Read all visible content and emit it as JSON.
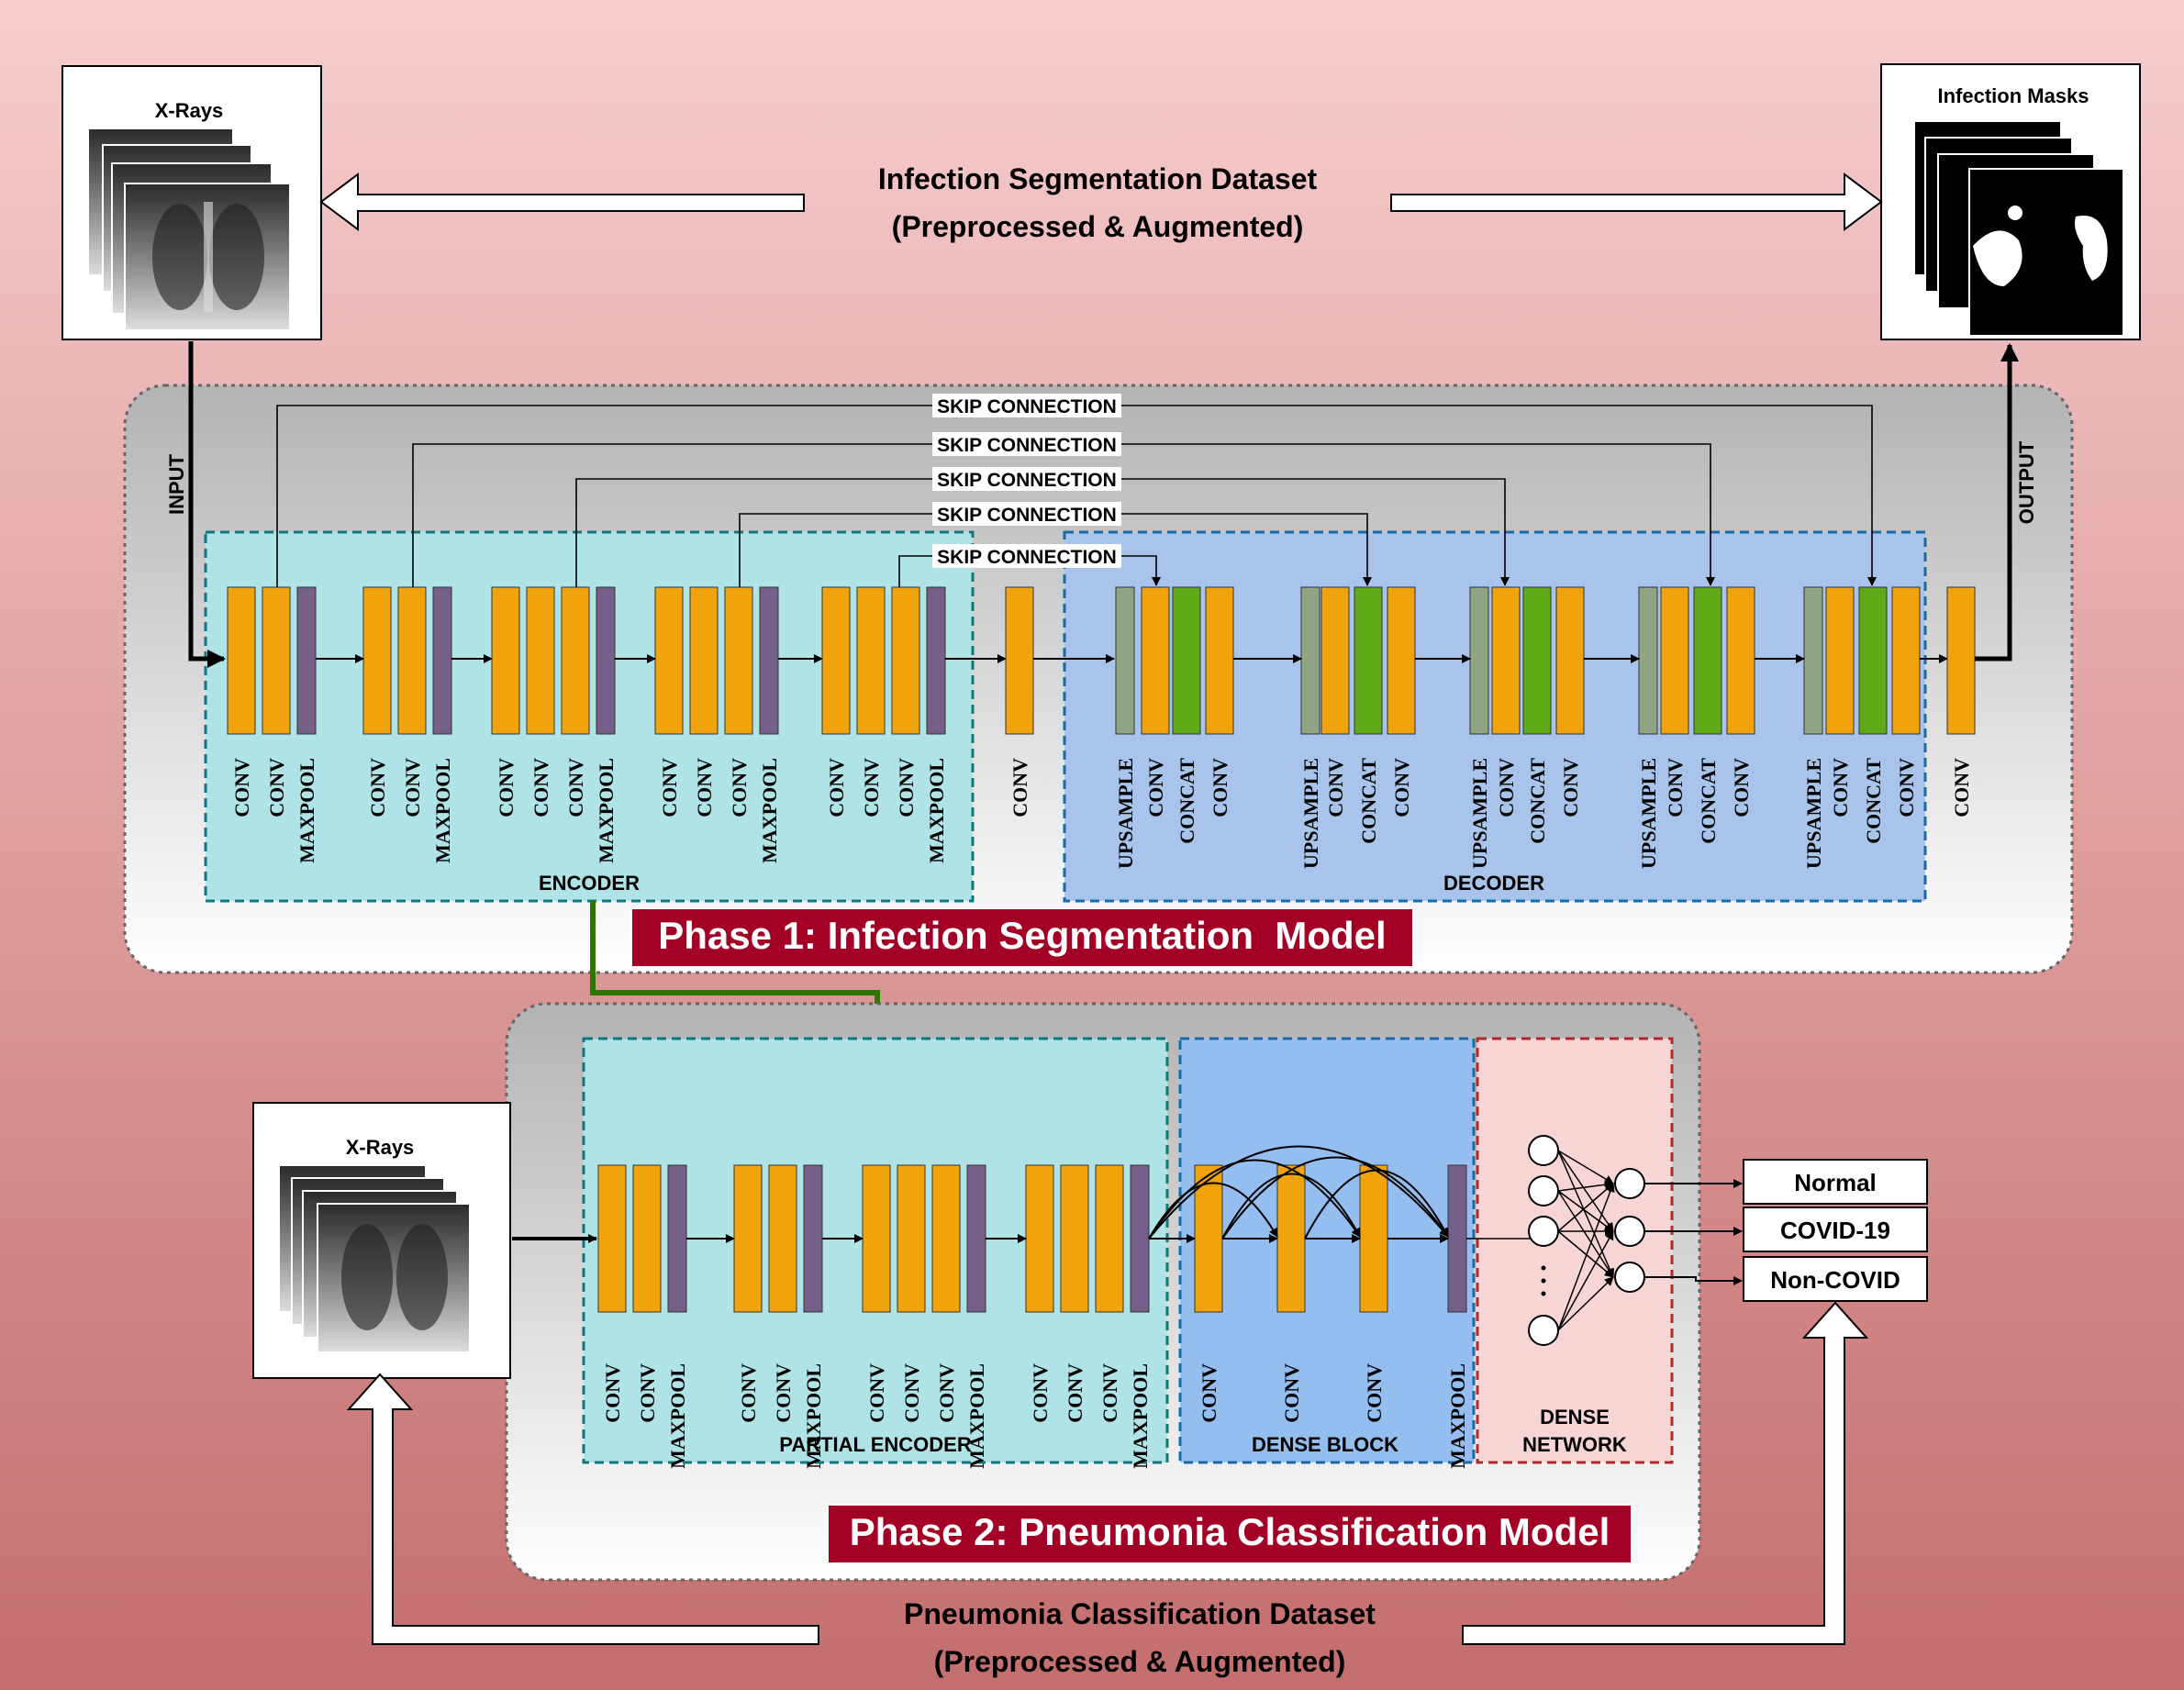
{
  "colors": {
    "background_top": "#f7cdcd",
    "background_bottom": "#c46e6e",
    "conv": "#f0a30a",
    "maxpool": "#76608a",
    "upsample": "#8fa584",
    "concat": "#60a917",
    "encoder_bg": "#b0e3e6",
    "decoder_bg": "#a9c4eb",
    "dense_block_bg": "#94bdf0",
    "dense_network_bg": "#f8d5d5",
    "phase_label_bg": "#a20025",
    "transfer_arrow": "#2d7600"
  },
  "top": {
    "xray_label": "X-Rays",
    "mask_label": "Infection Masks",
    "dataset_line1": "Infection Segmentation Dataset",
    "dataset_line2": "(Preprocessed & Augmented)"
  },
  "phase1": {
    "input_label": "INPUT",
    "output_label": "OUTPUT",
    "skip_label": "SKIP CONNECTION",
    "encoder_label": "ENCODER",
    "decoder_label": "DECODER",
    "title": "Phase 1: Infection Segmentation  Model",
    "layer_labels": {
      "conv": "CONV",
      "maxpool": "MAXPOOL",
      "upsample": "UPSAMPLE",
      "concat": "CONCAT"
    }
  },
  "phase2": {
    "xray_label": "X-Rays",
    "partial_encoder_label": "PARTIAL ENCODER",
    "dense_block_label": "DENSE BLOCK",
    "dense_network_line1": "DENSE",
    "dense_network_line2": "NETWORK",
    "title": "Phase 2: Pneumonia Classification Model",
    "outputs": [
      "Normal",
      "COVID-19",
      "Non-COVID"
    ]
  },
  "bottom": {
    "dataset_line1": "Pneumonia Classification Dataset",
    "dataset_line2": "(Preprocessed & Augmented)"
  }
}
